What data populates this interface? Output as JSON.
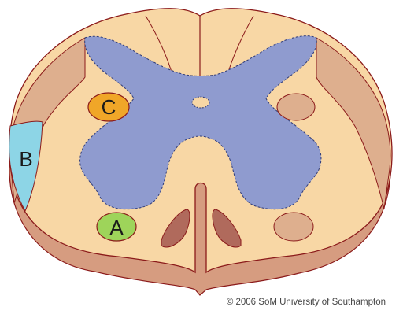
{
  "labels": {
    "a": "A",
    "b": "B",
    "c": "C"
  },
  "credit": "© 2006 SoM University of Southampton",
  "colors": {
    "outline": "#8b1a1a",
    "rim": "#d69c80",
    "white_matter": "#f8d7a5",
    "lateral_columns": "#deaf8e",
    "grey_matter": "#8f9bcf",
    "region_a": "#9ed45a",
    "region_b": "#8dd5e6",
    "region_c": "#f0a628",
    "background": "#ffffff"
  }
}
